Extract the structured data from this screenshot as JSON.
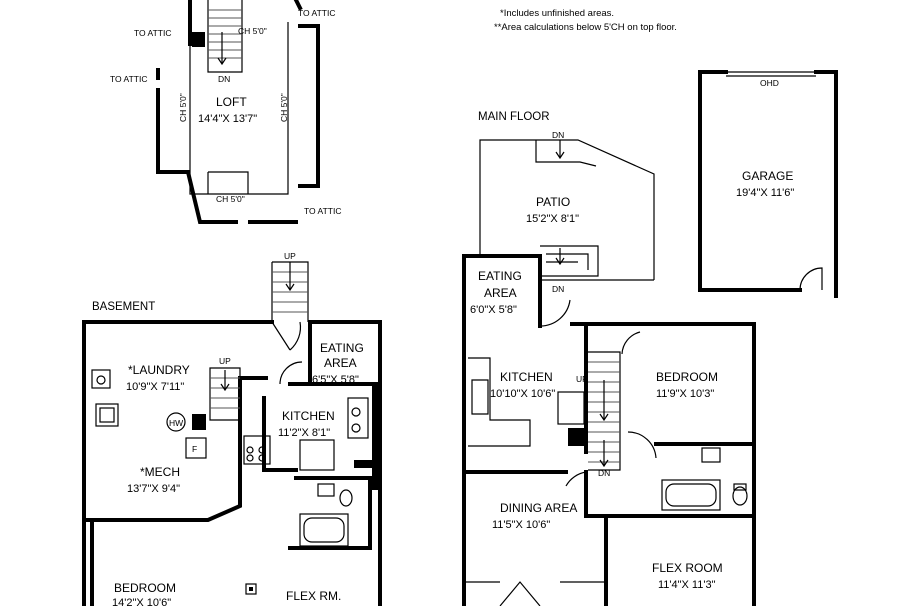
{
  "notes": {
    "unfinished": "*Includes unfinished areas.",
    "area_calc": "**Area calculations below 5'CH on top floor."
  },
  "loft": {
    "to_attic_1": "TO ATTIC",
    "to_attic_2": "TO ATTIC",
    "to_attic_3": "TO ATTIC",
    "to_attic_4": "TO ATTIC",
    "ch_top": "CH 5'0\"",
    "ch_bottom": "CH 5'0\"",
    "ch_left": "CH 5'0\"",
    "ch_right": "CH 5'0\"",
    "dn": "DN",
    "room_name": "LOFT",
    "room_dim": "14'4\"X 13'7\""
  },
  "basement": {
    "title": "BASEMENT",
    "up_top": "UP",
    "up_inner": "UP",
    "laundry_name": "*LAUNDRY",
    "laundry_dim": "10'9\"X 7'11\"",
    "hw": "HW",
    "f": "F",
    "mech_name": "*MECH",
    "mech_dim": "13'7\"X 9'4\"",
    "eating_name_1": "EATING",
    "eating_name_2": "AREA",
    "eating_dim": "6'5\"X 5'8\"",
    "kitchen_name": "KITCHEN",
    "kitchen_dim": "11'2\"X 8'1\"",
    "bedroom_name": "BEDROOM",
    "bedroom_dim": "14'2\"X 10'6\"",
    "flex_name": "FLEX RM."
  },
  "main_floor": {
    "title": "MAIN FLOOR",
    "dn_patio": "DN",
    "patio_name": "PATIO",
    "patio_dim": "15'2\"X 8'1\"",
    "dn_steps": "DN",
    "eating_name_1": "EATING",
    "eating_name_2": "AREA",
    "eating_dim": "6'0\"X 5'8\"",
    "kitchen_name": "KITCHEN",
    "kitchen_dim": "10'10\"X 10'6\"",
    "up": "UP",
    "dn_stair": "DN",
    "bedroom_name": "BEDROOM",
    "bedroom_dim": "11'9\"X 10'3\"",
    "dining_name": "DINING AREA",
    "dining_dim": "11'5\"X 10'6\"",
    "flex_name": "FLEX ROOM",
    "flex_dim": "11'4\"X 11'3\""
  },
  "garage": {
    "ohd": "OHD",
    "name": "GARAGE",
    "dim": "19'4\"X 11'6\""
  }
}
